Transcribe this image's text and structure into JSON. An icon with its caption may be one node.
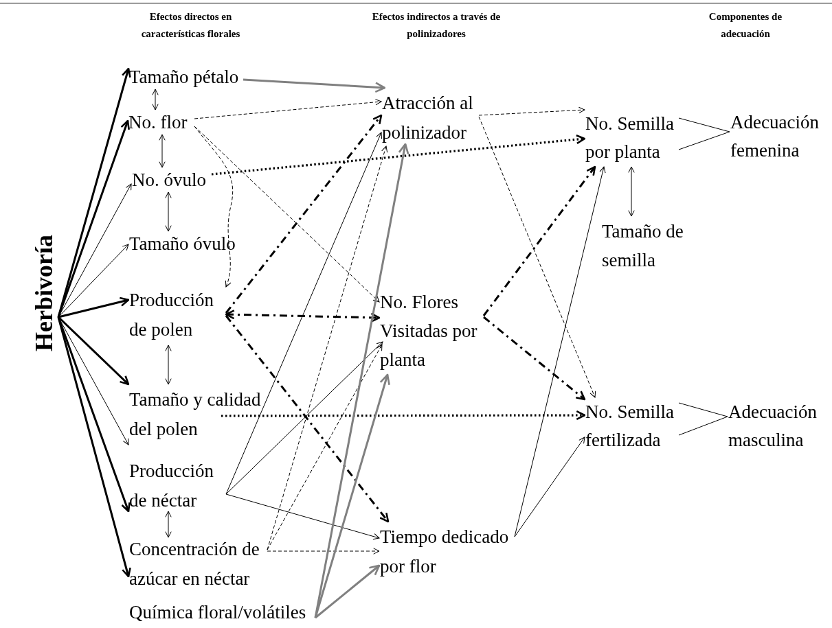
{
  "diagram": {
    "nodes": [
      {
        "text": [
          "Herbivoría"
        ]
      },
      {
        "text": [
          "Tamaño pétalo"
        ]
      },
      {
        "text": [
          "No. flor"
        ]
      },
      {
        "text": [
          "No. óvulo"
        ]
      },
      {
        "text": [
          "Tamaño óvulo"
        ]
      },
      {
        "text": [
          "Producción de polen"
        ]
      },
      {
        "text": [
          "Tamaño y calidad del polen"
        ]
      },
      {
        "text": [
          "Producción de néctar"
        ]
      },
      {
        "text": [
          "Concentración de azúcar en néctar"
        ]
      },
      {
        "text": [
          "Química floral/volátiles"
        ]
      },
      {
        "text": [
          "Atracción al polinizador"
        ]
      },
      {
        "text": [
          "No. Flores Visitadas por planta"
        ]
      },
      {
        "text": [
          "Tiempo dedicado por flor"
        ]
      },
      {
        "text": [
          "No. Semilla por planta"
        ]
      },
      {
        "text": [
          "Tamaño de semilla"
        ]
      },
      {
        "text": [
          "No. Semilla fertilizada"
        ]
      },
      {
        "text": [
          "Adecuación femenina"
        ]
      },
      {
        "text": [
          "Adecuación masculina"
        ]
      }
    ],
    "edges": [
      {
        "from": 0,
        "to": 1,
        "arrow": "to",
        "style": "thick"
      },
      {
        "from": 0,
        "to": 2,
        "arrow": "to",
        "style": "thick"
      },
      {
        "from": 0,
        "to": 3,
        "arrow": "to"
      },
      {
        "from": 0,
        "to": 4,
        "arrow": "to"
      },
      {
        "from": 0,
        "to": 5,
        "arrow": "to",
        "style": "thick"
      },
      {
        "from": 0,
        "to": 6,
        "arrow": "to",
        "style": "thick"
      },
      {
        "from": 0,
        "to": 6,
        "arrow": "to"
      },
      {
        "from": 0,
        "to": 7,
        "arrow": "to",
        "style": "thick"
      },
      {
        "from": 0,
        "to": 8,
        "arrow": "to",
        "style": "thick"
      },
      {
        "from": 1,
        "to": 2,
        "arrow": "both"
      },
      {
        "from": 2,
        "to": 3,
        "arrow": "both"
      },
      {
        "from": 3,
        "to": 4,
        "arrow": "both"
      },
      {
        "from": 5,
        "to": 6,
        "arrow": "both"
      },
      {
        "from": 7,
        "to": 8,
        "arrow": "both"
      },
      {
        "from": 13,
        "to": 14,
        "arrow": "both"
      },
      {
        "from": 1,
        "to": 10,
        "arrow": "to",
        "style": "thick",
        "color": "#808080"
      },
      {
        "from": 2,
        "to": 10,
        "arrow": "to",
        "style": "dashed"
      },
      {
        "from": 2,
        "to": 5,
        "arrow": "to",
        "style": "dashed"
      },
      {
        "from": 2,
        "to": 11,
        "arrow": "to",
        "style": "dashed"
      },
      {
        "from": 3,
        "to": 13,
        "arrow": "to",
        "style": "dashed"
      },
      {
        "from": 5,
        "to": 10,
        "arrow": "to",
        "style": "dashed"
      },
      {
        "from": 5,
        "to": 11,
        "arrow": "both",
        "style": "dashed"
      },
      {
        "from": 5,
        "to": 12,
        "arrow": "to",
        "style": "dashed"
      },
      {
        "from": 10,
        "to": 13,
        "arrow": "to",
        "style": "dashed"
      },
      {
        "from": 10,
        "to": 15,
        "arrow": "to",
        "style": "dashed"
      },
      {
        "from": 11,
        "to": 13,
        "arrow": "to",
        "style": "dashed"
      },
      {
        "from": 11,
        "to": 15,
        "arrow": "to",
        "style": "dashed"
      },
      {
        "from": 6,
        "to": 15,
        "arrow": "to",
        "style": "dashed"
      },
      {
        "from": 7,
        "to": 10,
        "arrow": "to"
      },
      {
        "from": 7,
        "to": 11,
        "arrow": "to"
      },
      {
        "from": 7,
        "to": 12,
        "arrow": "to"
      },
      {
        "from": 8,
        "to": 10,
        "arrow": "to",
        "style": "dashed"
      },
      {
        "from": 8,
        "to": 11,
        "arrow": "to",
        "style": "dashed"
      },
      {
        "from": 8,
        "to": 12,
        "arrow": "to",
        "style": "dashed"
      },
      {
        "from": 9,
        "to": 10,
        "arrow": "to",
        "style": "thick",
        "color": "#808080"
      },
      {
        "from": 9,
        "to": 11,
        "arrow": "to",
        "style": "thick",
        "color": "#808080"
      },
      {
        "from": 9,
        "to": 12,
        "arrow": "to",
        "style": "thick",
        "color": "#808080"
      },
      {
        "from": 12,
        "to": 13,
        "arrow": "to"
      },
      {
        "from": 12,
        "to": 15,
        "arrow": "to"
      },
      {
        "from": 13,
        "to": 16,
        "arrow": "none"
      },
      {
        "from": 15,
        "to": 17,
        "arrow": "none"
      }
    ],
    "labels": [
      "Efectos directos en características florales",
      "Efectos indirectos a través de polinizadores",
      "Componentes de adecuación"
    ]
  }
}
